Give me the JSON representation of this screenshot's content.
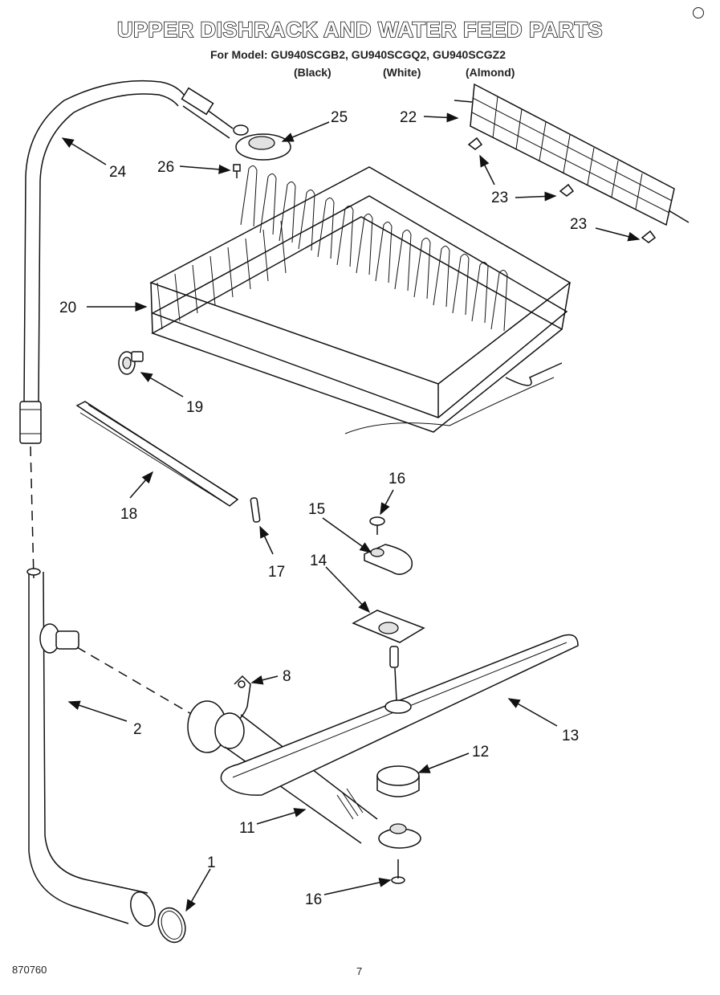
{
  "header": {
    "title": "UPPER DISHRACK AND WATER FEED PARTS",
    "models_line": "For Model: GU940SCGB2, GU940SCGQ2, GU940SCGZ2",
    "color_black": "(Black)",
    "color_white": "(White)",
    "color_almond": "(Almond)"
  },
  "callouts": {
    "c1": "1",
    "c2": "2",
    "c8": "8",
    "c11": "11",
    "c12": "12",
    "c13": "13",
    "c14": "14",
    "c15": "15",
    "c16a": "16",
    "c16b": "16",
    "c17": "17",
    "c18": "18",
    "c19": "19",
    "c20": "20",
    "c22": "22",
    "c23a": "23",
    "c23b": "23",
    "c24": "24",
    "c25": "25",
    "c26": "26"
  },
  "footer": {
    "doc_number": "870760",
    "page_number": "7"
  }
}
